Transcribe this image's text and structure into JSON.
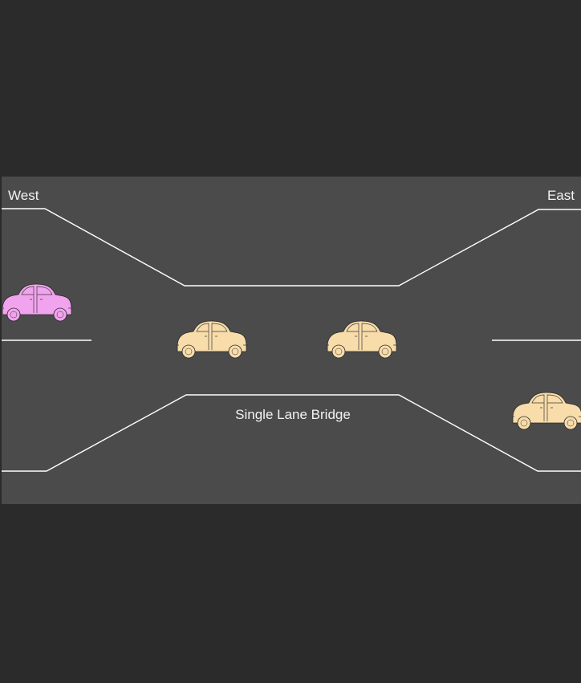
{
  "labels": {
    "west": "West",
    "east": "East",
    "bridge": "Single Lane Bridge"
  },
  "colors": {
    "background": "#2b2b2b",
    "road": "#4b4b4b",
    "lines": "#ffffff",
    "car_default": "#f8dcaa",
    "car_highlight": "#f2a3ee"
  },
  "cars": [
    {
      "name": "car-west-waiting",
      "color": "#f2a3ee",
      "facing": "right"
    },
    {
      "name": "car-bridge-1",
      "color": "#f8dcaa",
      "facing": "right"
    },
    {
      "name": "car-bridge-2",
      "color": "#f8dcaa",
      "facing": "right"
    },
    {
      "name": "car-east-waiting",
      "color": "#f8dcaa",
      "facing": "left"
    }
  ]
}
